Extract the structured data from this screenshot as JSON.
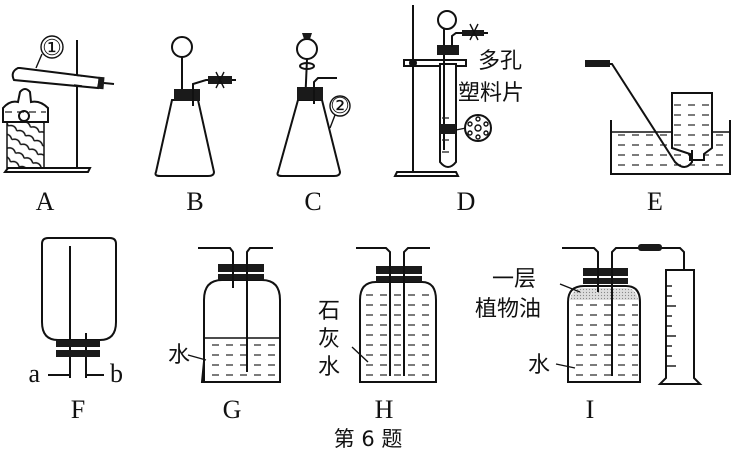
{
  "figure": {
    "caption": "第 6 题",
    "apparatus": [
      {
        "id": "A",
        "label": "A",
        "callout": "①",
        "description": "test tube heated by alcohol lamp on iron stand"
      },
      {
        "id": "B",
        "label": "B",
        "description": "conical flask with long-neck funnel and clamped delivery tube"
      },
      {
        "id": "C",
        "label": "C",
        "callout": "②",
        "description": "conical flask with separatory funnel"
      },
      {
        "id": "D",
        "label": "D",
        "annotation_line1": "多孔",
        "annotation_line2": "塑料片",
        "description": "test tube with porous plastic plate on stand"
      },
      {
        "id": "E",
        "label": "E",
        "description": "gas collection over water in trough"
      },
      {
        "id": "F",
        "label": "F",
        "port_a": "a",
        "port_b": "b",
        "description": "inverted bottle with two tubes"
      },
      {
        "id": "G",
        "label": "G",
        "annotation": "水",
        "description": "gas washing bottle partially filled with water"
      },
      {
        "id": "H",
        "label": "H",
        "annotation_line1": "石",
        "annotation_line2": "灰",
        "annotation_line3": "水",
        "description": "gas washing bottle full of limewater"
      },
      {
        "id": "I",
        "label": "I",
        "annotation_line1": "一层",
        "annotation_line2": "植物油",
        "annotation_water": "水",
        "description": "bottle with oil layer and water connected to graduated cylinder"
      }
    ]
  }
}
